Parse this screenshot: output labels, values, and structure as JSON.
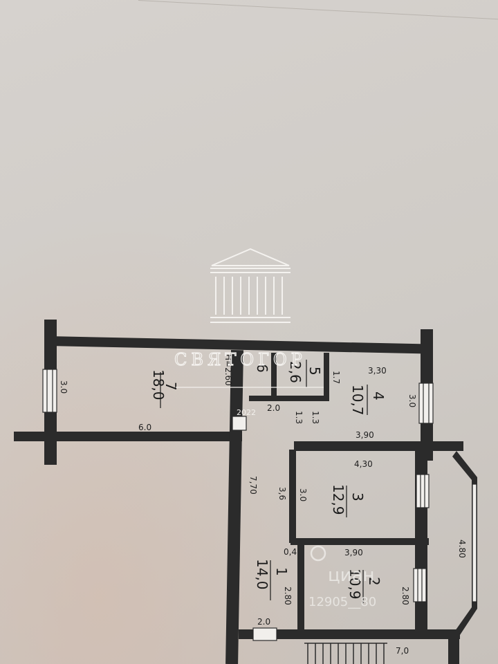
{
  "watermark": {
    "brand": "СВЯТОГОР",
    "year": "2022",
    "cian_brand": "циан",
    "cian_id": "12905__80"
  },
  "rooms": [
    {
      "number": "7",
      "area": "18,0"
    },
    {
      "number": "6",
      "area": ""
    },
    {
      "number": "5",
      "area": "2,6"
    },
    {
      "number": "4",
      "area": "10,7"
    },
    {
      "number": "3",
      "area": "12,9"
    },
    {
      "number": "2",
      "area": "10,9"
    },
    {
      "number": "1",
      "area": "14,0"
    }
  ],
  "dimensions": {
    "height": "H=2.60",
    "r7_left": "3.0",
    "r7_bottom": "6.0",
    "r6_bottom": "2.0",
    "r5_side_a": "1.3",
    "r5_side_b": "1.3",
    "r4_top": "3,30",
    "r4_left": "1.7",
    "r4_right": "3.0",
    "r4_bottom": "3,90",
    "r3_top": "4,30",
    "r3_left": "3.0",
    "corridor_a": "3,6",
    "corridor_len": "7,70",
    "corridor_gap": "0,4",
    "r2_top": "3,90",
    "r2_left": "2.80",
    "r2_right": "2.80",
    "balcony": "4.80",
    "r1_bottom": "2.0",
    "bottom": "7,0"
  }
}
